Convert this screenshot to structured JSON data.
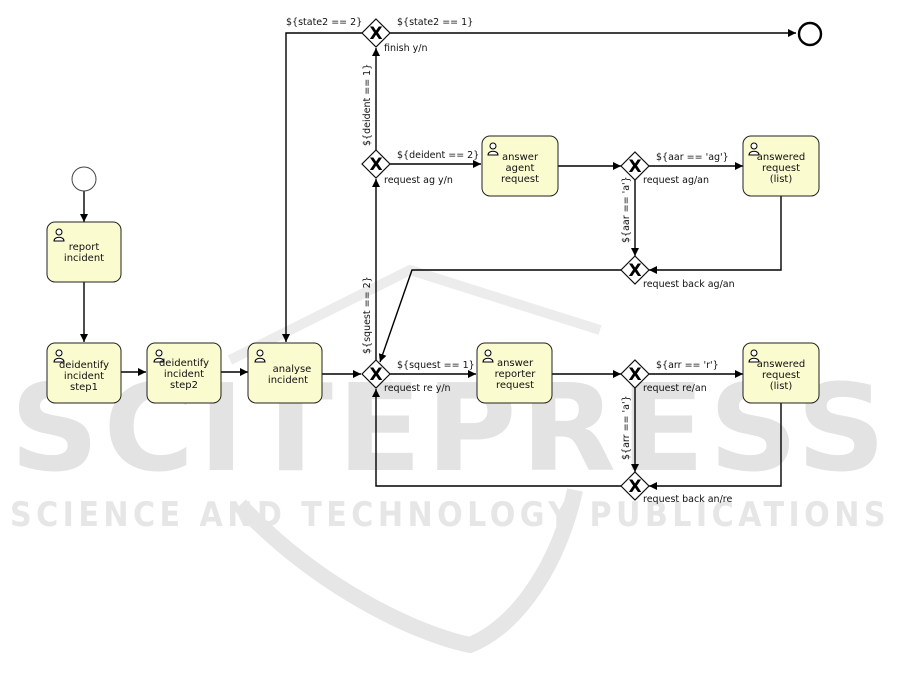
{
  "watermark": {
    "main": "SCITEPRESS",
    "sub": "SCIENCE AND TECHNOLOGY PUBLICATIONS"
  },
  "tasks": {
    "report_incident": [
      "report",
      "incident"
    ],
    "deidentify_step1": [
      "deidentify",
      "incident",
      "step1"
    ],
    "deidentify_step2": [
      "deidentify",
      "incident",
      "step2"
    ],
    "analyse_incident": [
      "analyse",
      "incident"
    ],
    "answer_agent_request": [
      "answer",
      "agent",
      "request"
    ],
    "answered_request_ag": [
      "answered",
      "request",
      "(list)"
    ],
    "answer_reporter_request": [
      "answer",
      "reporter",
      "request"
    ],
    "answered_request_re": [
      "answered",
      "request",
      "(list)"
    ]
  },
  "gateways": {
    "finish": "finish y/n",
    "request_ag": "request ag y/n",
    "request_ag_an": "request ag/an",
    "request_back_ag_an": "request back ag/an",
    "request_re": "request re y/n",
    "request_re_an": "request re/an",
    "request_back_an_re": "request back an/re"
  },
  "conditions": {
    "state2_2": "${state2 == 2}",
    "state2_1": "${state2 == 1}",
    "deident_1": "${deident == 1}",
    "deident_2": "${deident == 2}",
    "aar_ag": "${aar == 'ag'}",
    "aar_a": "${aar == 'a'}",
    "squest_2": "${squest == 2}",
    "squest_1": "${squest == 1}",
    "arr_r": "${arr == 'r'}",
    "arr_a": "${arr == 'a'}"
  }
}
